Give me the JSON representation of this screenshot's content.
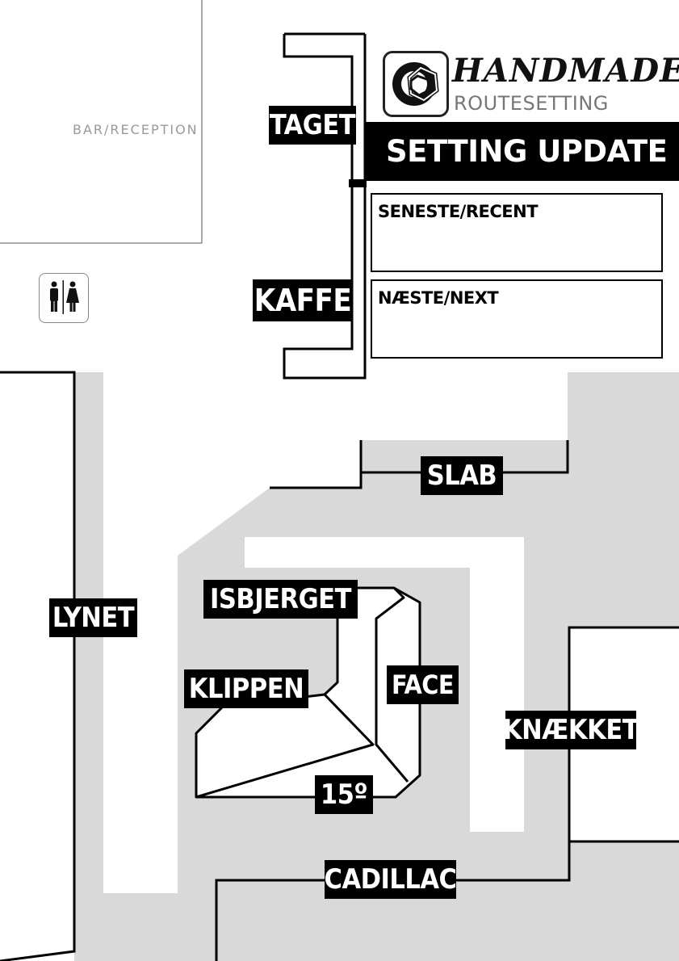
{
  "zones": {
    "bar_reception": "BAR/RECEPTION"
  },
  "brand": {
    "name": "HANDMADE",
    "subtitle": "ROUTESETTING",
    "logo_icon": "hexagon-climbing-hold-icon"
  },
  "update_panel": {
    "banner": "SETTING UPDATE",
    "recent_label": "SENESTE/RECENT",
    "recent_value": "",
    "next_label": "NÆSTE/NEXT",
    "next_value": ""
  },
  "facilities": {
    "restroom_icon": "restroom-icon"
  },
  "walls": {
    "taget": "TAGET",
    "kaffe": "KAFFE",
    "slab": "SLAB",
    "lynet": "LYNET",
    "isbjerget": "ISBJERGET",
    "klippen": "KLIPPEN",
    "face": "FACE",
    "fifteen": "15º",
    "knaekket": "KNÆKKET",
    "cadillac": "CADILLAC"
  },
  "colors": {
    "floor": "#d9d9d9",
    "wall_line": "#000000",
    "label_bg": "#000000",
    "label_text": "#ffffff"
  }
}
